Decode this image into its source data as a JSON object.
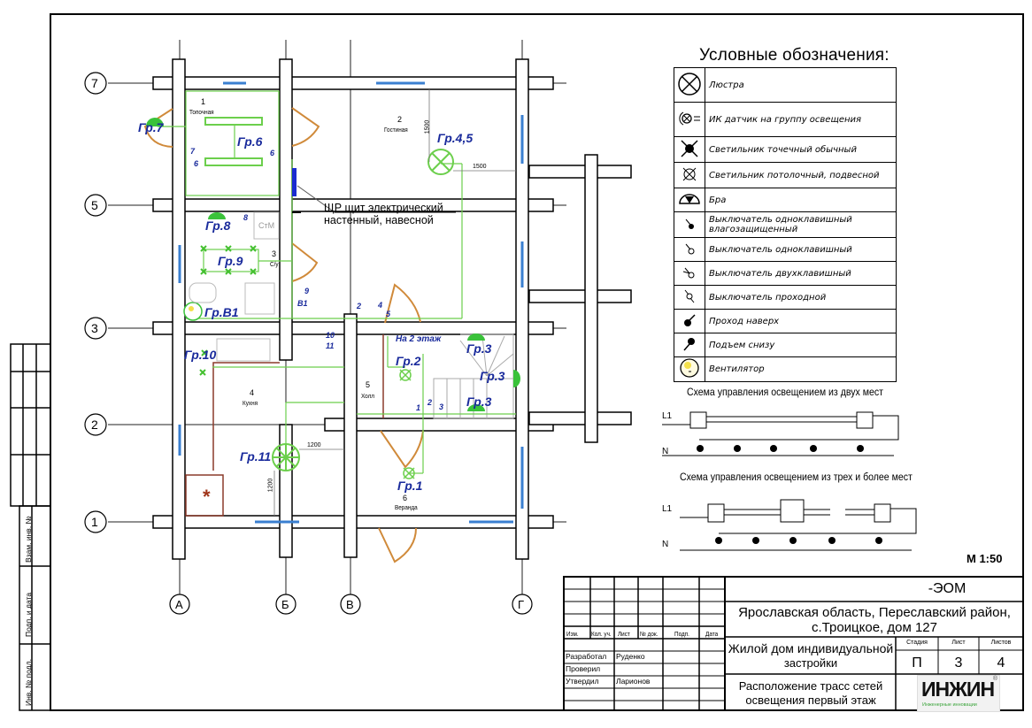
{
  "legend": {
    "title": "Условные обозначения:",
    "items": [
      {
        "icon": "chandelier-icon",
        "label": "Люстра"
      },
      {
        "icon": "ir-sensor-icon",
        "label": "ИК датчик на группу освещения"
      },
      {
        "icon": "spot-light-icon",
        "label": "Светильник точечный обычный"
      },
      {
        "icon": "ceiling-light-icon",
        "label": "Светильник потолочный, подвесной"
      },
      {
        "icon": "sconce-icon",
        "label": "Бра"
      },
      {
        "icon": "switch-single-waterproof-icon",
        "label": "Выключатель одноклавишный влагозащищенный"
      },
      {
        "icon": "switch-single-icon",
        "label": "Выключатель одноклавишный"
      },
      {
        "icon": "switch-double-icon",
        "label": "Выключатель двухклавишный"
      },
      {
        "icon": "switch-passthrough-icon",
        "label": "Выключатель проходной"
      },
      {
        "icon": "cable-up-icon",
        "label": "Проход наверх"
      },
      {
        "icon": "cable-from-below-icon",
        "label": "Подъем снизу"
      },
      {
        "icon": "fan-icon",
        "label": "Вентилятор"
      }
    ]
  },
  "schemes": {
    "two_places": {
      "title": "Схема управления освещением из двух мест",
      "phase": "L1",
      "neutral": "N",
      "lamps": 5
    },
    "three_places": {
      "title": "Схема управления освещением из трех и более мест",
      "phase": "L1",
      "neutral": "N",
      "lamps": 5
    }
  },
  "scale": "М 1:50",
  "plan": {
    "axes_rows": [
      "7",
      "5",
      "3",
      "2",
      "1"
    ],
    "axes_cols": [
      "А",
      "Б",
      "В",
      "Г"
    ],
    "rooms": [
      {
        "num": "1",
        "name": "Топочная"
      },
      {
        "num": "2",
        "name": "Гостиная"
      },
      {
        "num": "3",
        "name": "С/у"
      },
      {
        "num": "4",
        "name": "Кухня"
      },
      {
        "num": "5",
        "name": "Холл"
      },
      {
        "num": "6",
        "name": "Веранда"
      }
    ],
    "groups": {
      "g7": "Гр.7",
      "g6": "Гр.6",
      "g45": "Гр.4,5",
      "g8": "Гр.8",
      "g9": "Гр.9",
      "gb1": "Гр.В1",
      "g10": "Гр.10",
      "g2": "Гр.2",
      "g3a": "Гр.3",
      "g3b": "Гр.3",
      "g3c": "Гр.3",
      "g11": "Гр.11",
      "g1": "Гр.1"
    },
    "switch_labels": {
      "s7": "7",
      "s6a": "6",
      "s6b": "6",
      "s8": "8",
      "s9": "9",
      "b1": "В1",
      "s2": "2",
      "s4": "4",
      "s5": "5",
      "s10": "10",
      "s11": "11",
      "s1": "1",
      "s2b": "2",
      "s3": "3"
    },
    "stair_note": "На 2 этаж",
    "panel_note_line1": "ЩР щит электрический",
    "panel_note_line2": "настенный, навесной",
    "washer": "СтМ",
    "dims": {
      "d1": "1500",
      "d2": "1500",
      "d3": "1200",
      "d4": "1200"
    }
  },
  "side_stamp": {
    "f1": "Взам. инв. №",
    "f2": "Подп. и дата",
    "f3": "Инв. № подл."
  },
  "title_block": {
    "code": "-ЭОМ",
    "address_line1": "Ярославская область, Переславский район,",
    "address_line2": "с.Троицкое, дом 127",
    "object_line1": "Жилой дом индивидуальной",
    "object_line2": "застройки",
    "sheet_title_line1": "Расположение трасс сетей",
    "sheet_title_line2": "освещения первый этаж",
    "headers": [
      "Изм.",
      "Кол. уч.",
      "Лист",
      "№ док.",
      "Подп.",
      "Дата"
    ],
    "roles": [
      {
        "role": "Разработал",
        "name": "Руденко"
      },
      {
        "role": "Проверил",
        "name": ""
      },
      {
        "role": "Утвердил",
        "name": "Ларионов"
      }
    ],
    "stage_label": "Стадия",
    "sheet_label": "Лист",
    "sheets_label": "Листов",
    "stage": "П",
    "sheet": "3",
    "sheets": "4",
    "logo": {
      "wordmark": "ИНЖИН",
      "tagline": "Инженерные инновации",
      "reg": "®"
    }
  }
}
